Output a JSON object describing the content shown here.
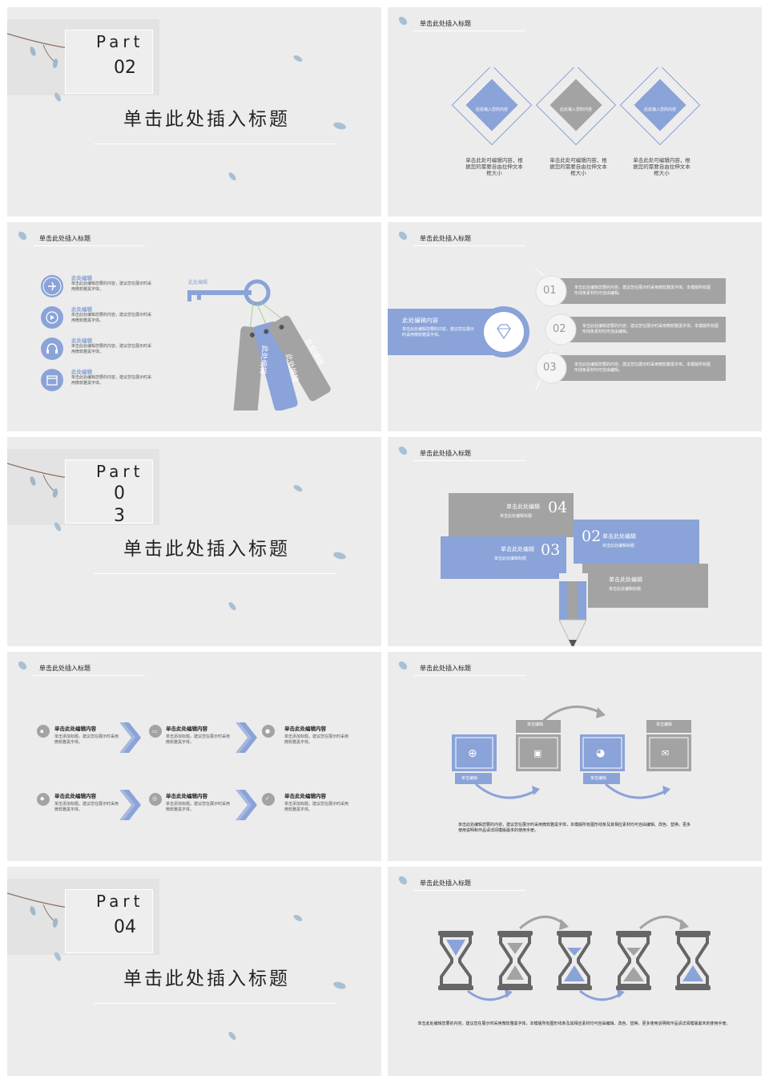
{
  "colors": {
    "accent": "#8aa3d8",
    "gray": "#a3a3a3",
    "bg": "#ececec"
  },
  "slide_title": "单击此处插入标题",
  "parts": [
    {
      "label": "Part",
      "number": "02",
      "title": "单击此处插入标题"
    },
    {
      "label": "Part",
      "number": "0\n3",
      "title": "单击此处插入标题"
    },
    {
      "label": "Part",
      "number": "04",
      "title": "单击此处插入标题"
    }
  ],
  "diamonds": {
    "items": [
      {
        "inner": "此处输入您的内容",
        "caption": "单击此处可编辑内容，根据您的需要自由拉伸文本框大小"
      },
      {
        "inner": "此处输入您的内容",
        "caption": "单击此处可编辑内容，根据您的需要自由拉伸文本框大小"
      },
      {
        "inner": "此处输入您的内容",
        "caption": "单击此处可编辑内容，根据您的需要自由拉伸文本框大小"
      }
    ]
  },
  "keys": {
    "list": [
      {
        "title": "此处编辑",
        "text": "单击此处编辑您要的内容，建议您在展示时采用微软雅黑字体。",
        "icon": "airplane-icon"
      },
      {
        "title": "此处编辑",
        "text": "单击此处编辑您要的内容，建议您在展示时采用微软雅黑字体。",
        "icon": "play-icon"
      },
      {
        "title": "此处编辑",
        "text": "单击此处编辑您要的内容，建议您在展示时采用微软雅黑字体。",
        "icon": "headphones-icon"
      },
      {
        "title": "此处编辑",
        "text": "单击此处编辑您要的内容，建议您在展示时采用微软雅黑字体。",
        "icon": "calendar-icon"
      }
    ],
    "key_label": "此处编辑",
    "tags": [
      "此处编辑",
      "此处编辑",
      "此处编辑"
    ]
  },
  "numbered": {
    "band_title": "此处编辑内容",
    "band_text": "单击此处编辑您要的内容，建议您在展示时采用微软雅黑字体。",
    "items": [
      {
        "num": "01",
        "text": "单击此处编辑您要的内容，建议您在展示时采用微软雅黑字体。本模版所有图形线条素材均可自由编辑。"
      },
      {
        "num": "02",
        "text": "单击此处编辑您要的内容，建议您在展示时采用微软雅黑字体。本模版所有图形线条素材均可自由编辑。"
      },
      {
        "num": "03",
        "text": "单击此处编辑您要的内容，建议您在展示时采用微软雅黑字体。本模版所有图形线条素材均可自由编辑。"
      }
    ]
  },
  "pencil": {
    "items": [
      {
        "num": "04",
        "title": "单击此处编辑",
        "sub": "单击此处编辑标题"
      },
      {
        "num": "03",
        "title": "单击此处编辑",
        "sub": "单击此处编辑标题"
      },
      {
        "num": "02",
        "title": "单击此处编辑",
        "sub": "单击此处编辑标题"
      },
      {
        "num": "",
        "title": "单击此处编辑",
        "sub": "单击此处编辑标题"
      }
    ]
  },
  "process": {
    "items": [
      {
        "title": "单击此处编辑内容",
        "text": "单击添加标题，建议您在展示时采用微软雅黑字体。",
        "icon": "bag-icon"
      },
      {
        "title": "单击此处编辑内容",
        "text": "单击添加标题，建议您在展示时采用微软雅黑字体。",
        "icon": "laptop-icon"
      },
      {
        "title": "单击此处编辑内容",
        "text": "单击添加标题，建议您在展示时采用微软雅黑字体。",
        "icon": "user-icon"
      },
      {
        "title": "单击此处编辑内容",
        "text": "单击添加标题，建议您在展示时采用微软雅黑字体。",
        "icon": "diamond-icon"
      },
      {
        "title": "单击此处编辑内容",
        "text": "单击添加标题，建议您在展示时采用微软雅黑字体。",
        "icon": "target-icon"
      },
      {
        "title": "单击此处编辑内容",
        "text": "单击添加标题，建议您在展示时采用微软雅黑字体。",
        "icon": "check-icon"
      }
    ]
  },
  "flow": {
    "labels": [
      "单击编辑",
      "单击编辑",
      "单击编辑",
      "单击编辑"
    ],
    "text": "单击此处编辑您要的内容，建议您在展示时采用微软雅黑字体，本模版所有图形线条及其相应素材均可自由编辑、改色、替换。更多使用说明和作品请详阅模版最末的使用手册。"
  },
  "hourglass": {
    "text": "单击此处编辑您要的内容，建议您在展示时采用微软雅黑字体，本模版所有图形线条及其相应素材均可自由编辑、改色、替换。更多使用说明和作品请详阅模版最末的使用手册。"
  }
}
